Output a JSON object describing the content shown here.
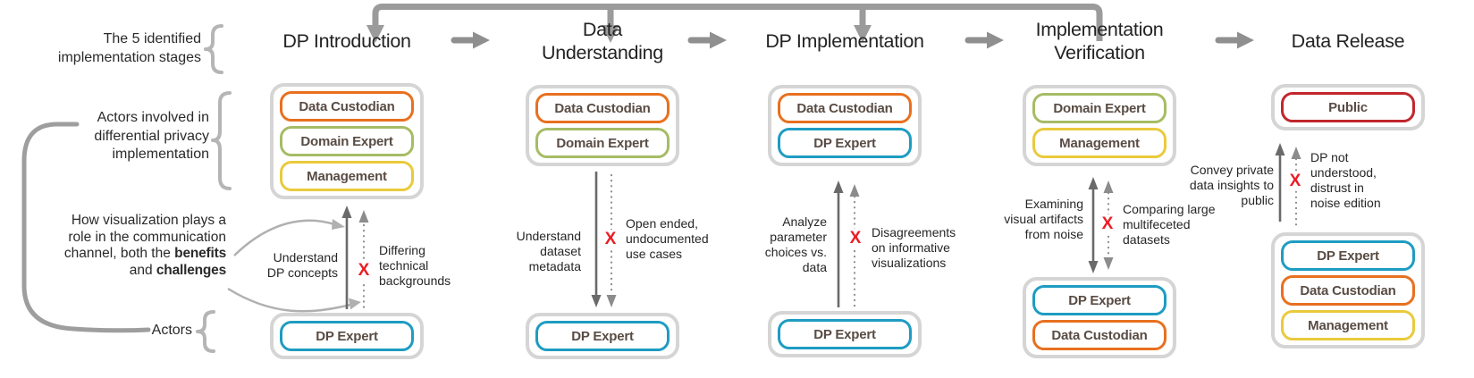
{
  "left_panel": {
    "stages_label": "The 5 identified\nimplementation stages",
    "actors_involved_label": "Actors involved in\ndifferential privacy\nimplementation",
    "viz_label_before": "How visualization plays a\nrole in the communication\nchannel, both the ",
    "viz_bold_1": "benefits",
    "viz_label_mid": "\nand ",
    "viz_bold_2": "challenges",
    "actors_label": "Actors"
  },
  "x_symbol": "X",
  "palette": {
    "data_custodian": "#E8701F",
    "domain_expert": "#A6BC65",
    "management": "#EACA3C",
    "dp_expert": "#1E9CC2",
    "public": "#C1272D",
    "challenge_x": "#EC1C24",
    "group_border": "#D5D5D5",
    "arrow_gray": "#6A6A6A",
    "feedback_gray": "#9B9B9B"
  },
  "stages": [
    {
      "title": "DP Introduction",
      "flow_direction": "up",
      "top_actors": [
        {
          "label": "Data Custodian"
        },
        {
          "label": "Domain Expert"
        },
        {
          "label": "Management"
        }
      ],
      "bottom_actors": [
        {
          "label": "DP Expert"
        }
      ],
      "benefit": "Understand\nDP concepts",
      "challenge": "Differing\ntechnical\nbackgrounds"
    },
    {
      "title": "Data\nUnderstanding",
      "flow_direction": "down",
      "top_actors": [
        {
          "label": "Data Custodian"
        },
        {
          "label": "Domain Expert"
        }
      ],
      "bottom_actors": [
        {
          "label": "DP Expert"
        }
      ],
      "benefit": "Understand\ndataset\nmetadata",
      "challenge": "Open ended,\nundocumented\nuse cases"
    },
    {
      "title": "DP Implementation",
      "flow_direction": "up",
      "top_actors": [
        {
          "label": "Data Custodian"
        },
        {
          "label": "DP Expert"
        }
      ],
      "bottom_actors": [
        {
          "label": "DP Expert"
        }
      ],
      "benefit": "Analyze\nparameter\nchoices vs.\ndata",
      "challenge": "Disagreements\non informative\nvisualizations"
    },
    {
      "title": "Implementation\nVerification",
      "flow_direction": "both",
      "top_actors": [
        {
          "label": "Domain Expert"
        },
        {
          "label": "Management"
        }
      ],
      "bottom_actors": [
        {
          "label": "DP Expert"
        },
        {
          "label": "Data Custodian"
        }
      ],
      "benefit": "Examining\nvisual artifacts\nfrom noise",
      "challenge": "Comparing large\nmultifeceted\ndatasets"
    },
    {
      "title": "Data Release",
      "flow_direction": "up",
      "top_actors": [
        {
          "label": "Public"
        }
      ],
      "bottom_actors": [
        {
          "label": "DP Expert"
        },
        {
          "label": "Data Custodian"
        },
        {
          "label": "Management"
        }
      ],
      "benefit": "Convey private\ndata insights to\npublic",
      "challenge": "DP not\nunderstood,\ndistrust in\nnoise edition"
    }
  ]
}
